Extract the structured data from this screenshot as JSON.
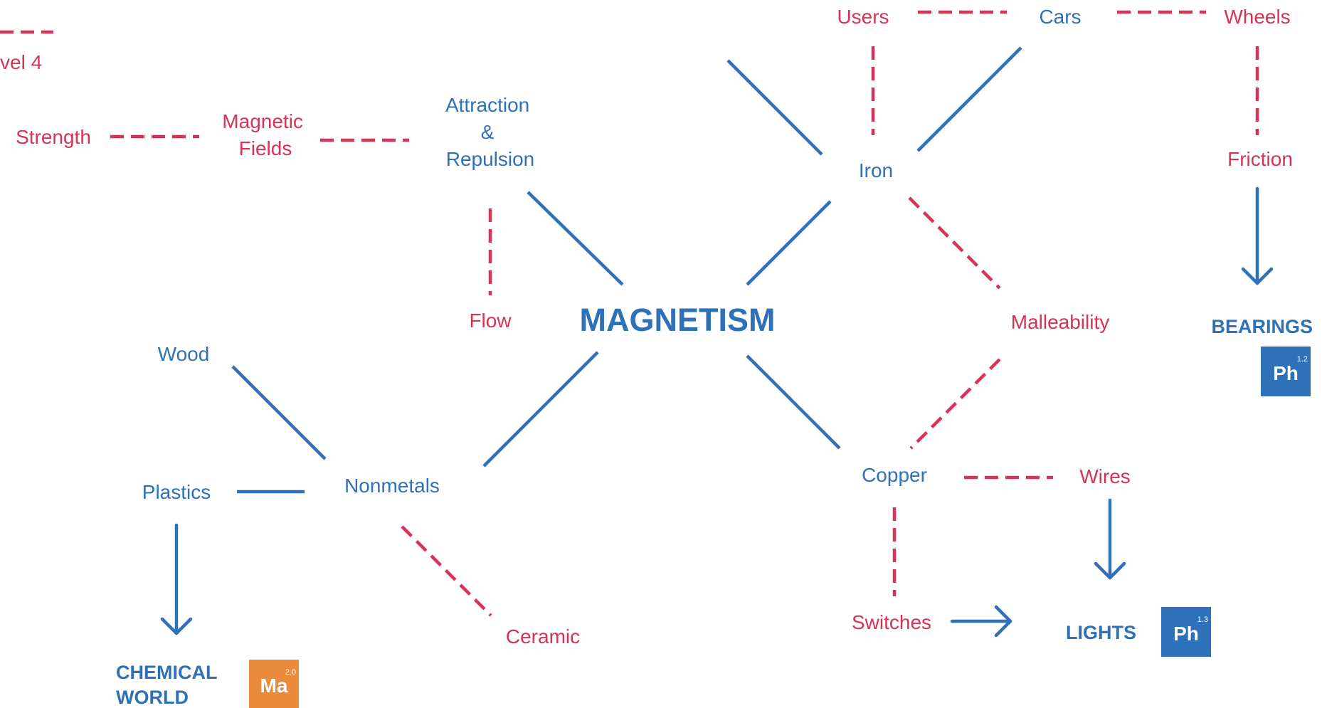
{
  "center": "MAGNETISM",
  "legend": {
    "label": "vel 4"
  },
  "nodes": {
    "attraction": [
      "Attraction",
      "&",
      "Repulsion"
    ],
    "magnetic_fields": [
      "Magnetic",
      "Fields"
    ],
    "strength": "Strength",
    "flow": "Flow",
    "iron": "Iron",
    "users": "Users",
    "cars": "Cars",
    "wheels": "Wheels",
    "friction": "Friction",
    "malleability": "Malleability",
    "copper": "Copper",
    "wires": "Wires",
    "switches": "Switches",
    "nonmetals": "Nonmetals",
    "wood": "Wood",
    "plastics": "Plastics",
    "ceramic": "Ceramic"
  },
  "destinations": {
    "bearings": {
      "label": "BEARINGS",
      "badge": {
        "symbol": "Ph",
        "number": "1.2",
        "color": "#2f71b8"
      }
    },
    "lights": {
      "label": "LIGHTS",
      "badge": {
        "symbol": "Ph",
        "number": "1.3",
        "color": "#2f71b8"
      }
    },
    "chemical_world": {
      "label": [
        "CHEMICAL",
        "WORLD"
      ],
      "badge": {
        "symbol": "Ma",
        "number": "2.0",
        "color": "#ea8a3a"
      }
    }
  },
  "colors": {
    "primary_blue": "#2f71b8",
    "secondary_red": "#d63356",
    "badge_orange": "#ea8a3a"
  }
}
